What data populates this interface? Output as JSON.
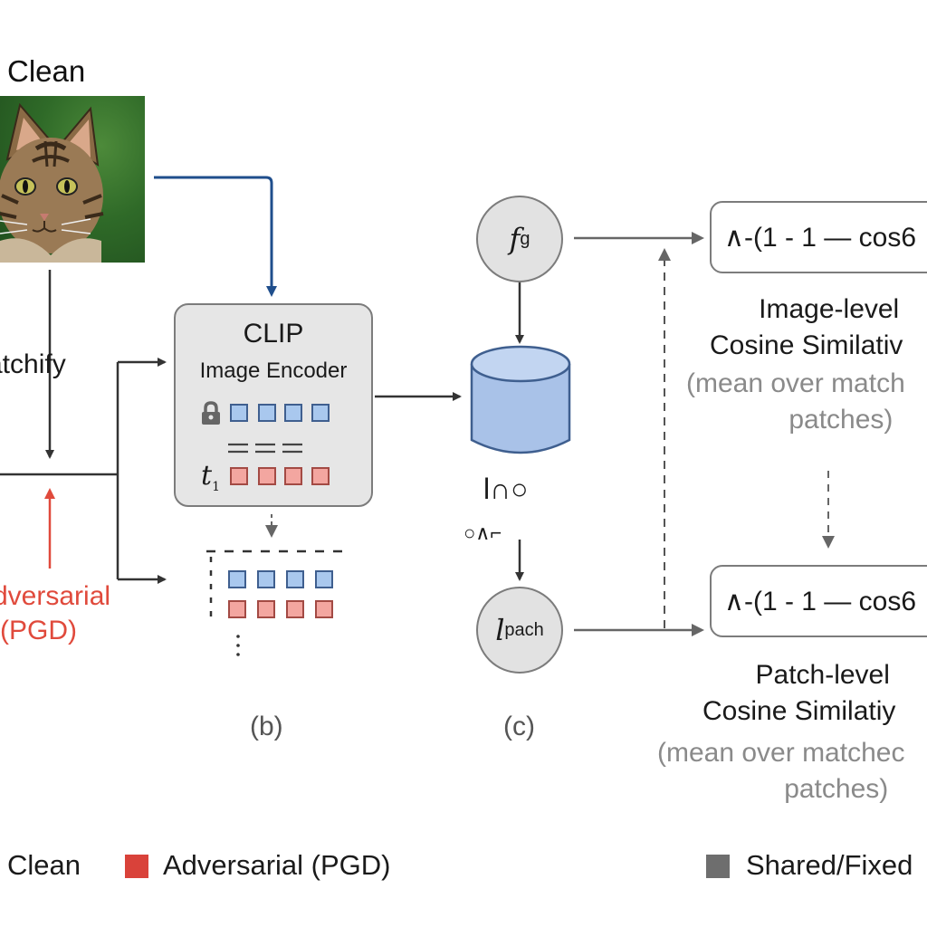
{
  "left": {
    "clean_label": "Clean",
    "patchify_label": "Patchify",
    "patchify_visible": "atchify",
    "adversarial_line1": "dversarial",
    "adversarial_line2": "(PGD)"
  },
  "clip": {
    "title": "CLIP",
    "subtitle": "Image Encoder",
    "token_symbol": "t",
    "token_subscript": "1"
  },
  "nodes": {
    "global_symbol": "f",
    "global_subscript": "g",
    "patch_symbol": "l",
    "patch_subscript": "pach",
    "bank_symbol_1": "l∩○",
    "bank_symbol_2": "○∧⌐"
  },
  "panels": {
    "b": "(b)",
    "c": "(c)"
  },
  "losses": {
    "image_formula": "∧-(1 - 1 — cos6",
    "image_caption_1": "Image-level",
    "image_caption_2": "Cosine Similativ",
    "image_note_1": "(mean over match",
    "image_note_2": "patches)",
    "patch_formula": "∧-(1 - 1 — cos6",
    "patch_caption_1": "Patch-level",
    "patch_caption_2": "Cosine Similatiy",
    "patch_note_1": "(mean over matchec",
    "patch_note_2": "patches)"
  },
  "legend": {
    "clean": "Clean",
    "adversarial": "Adversarial (PGD)",
    "shared": "Shared/Fixed"
  },
  "colors": {
    "clean_blue": "#a9c8ee",
    "adversarial_red": "#e04a3c",
    "shared_grey": "#6e6e6e",
    "clean_path": "#1f4e8c"
  },
  "icons": [
    "lock-icon",
    "cat-photo",
    "database-cylinder-icon"
  ]
}
